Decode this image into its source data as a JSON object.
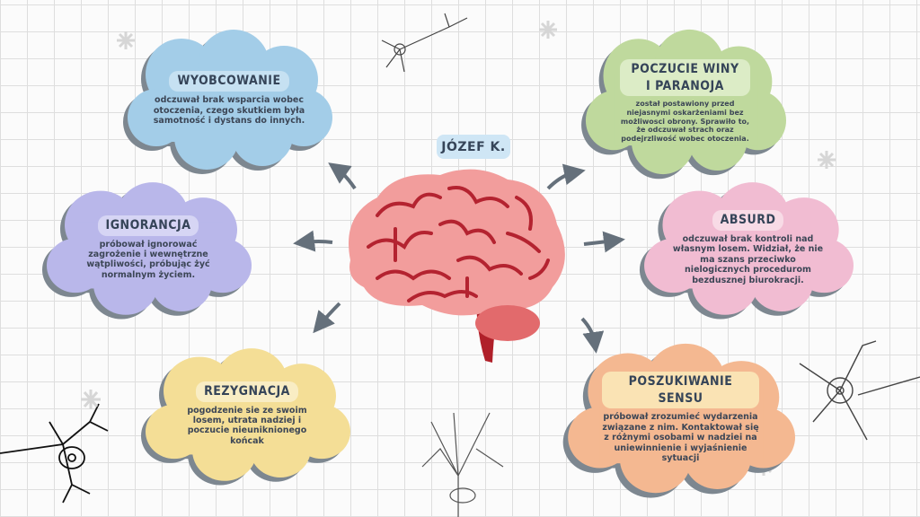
{
  "center": {
    "label": "JÓZEF K."
  },
  "clouds": [
    {
      "title": "WYOBCOWANIE",
      "text": "odczuwał brak wsparcia wobec otoczenia, czego skutkiem była samotność i dystans do innych.",
      "color": "#a3cde8",
      "title_bg": "#c6e1f2"
    },
    {
      "title": "POCZUCIE WINY I PARANOJA",
      "text": "został postawiony przed niejasnymi oskarżeniami bez możliwosci obrony. Sprawiło to, że odczuwał strach oraz podejrzliwość wobec otoczenia.",
      "color": "#bfd99d",
      "title_bg": "#dcecc6"
    },
    {
      "title": "IGNORANCJA",
      "text": "próbował ignorować zagrożenie i wewnętrzne wątpliwości, próbując żyć normalnym życiem.",
      "color": "#b9b7ea",
      "title_bg": "#d6d5f4"
    },
    {
      "title": "ABSURD",
      "text": "odczuwał brak kontroli nad własnym losem. Widział, że nie ma szans przeciwko nielogicznych procedurom bezdusznej biurokracji.",
      "color": "#f1bcd2",
      "title_bg": "#f8dbe6"
    },
    {
      "title": "REZYGNACJA",
      "text": "pogodzenie sie ze swoim losem, utrata nadziej i poczucie nieuniknionego końcak",
      "color": "#f4de96",
      "title_bg": "#f9edc4"
    },
    {
      "title": "POSZUKIWANIE SENSU",
      "text": "próbował zrozumieć wydarzenia związane z nim. Kontaktował się z różnymi osobami w nadziei na uniewinnienie i wyjaśnienie sytuacji",
      "color": "#f4b891",
      "title_bg": "#fae3b4"
    }
  ],
  "colors": {
    "arrow": "#65707b",
    "shadow": "#7d8790",
    "text": "#354458",
    "brain": "#f29d9c",
    "brain_lines": "#b42330"
  }
}
